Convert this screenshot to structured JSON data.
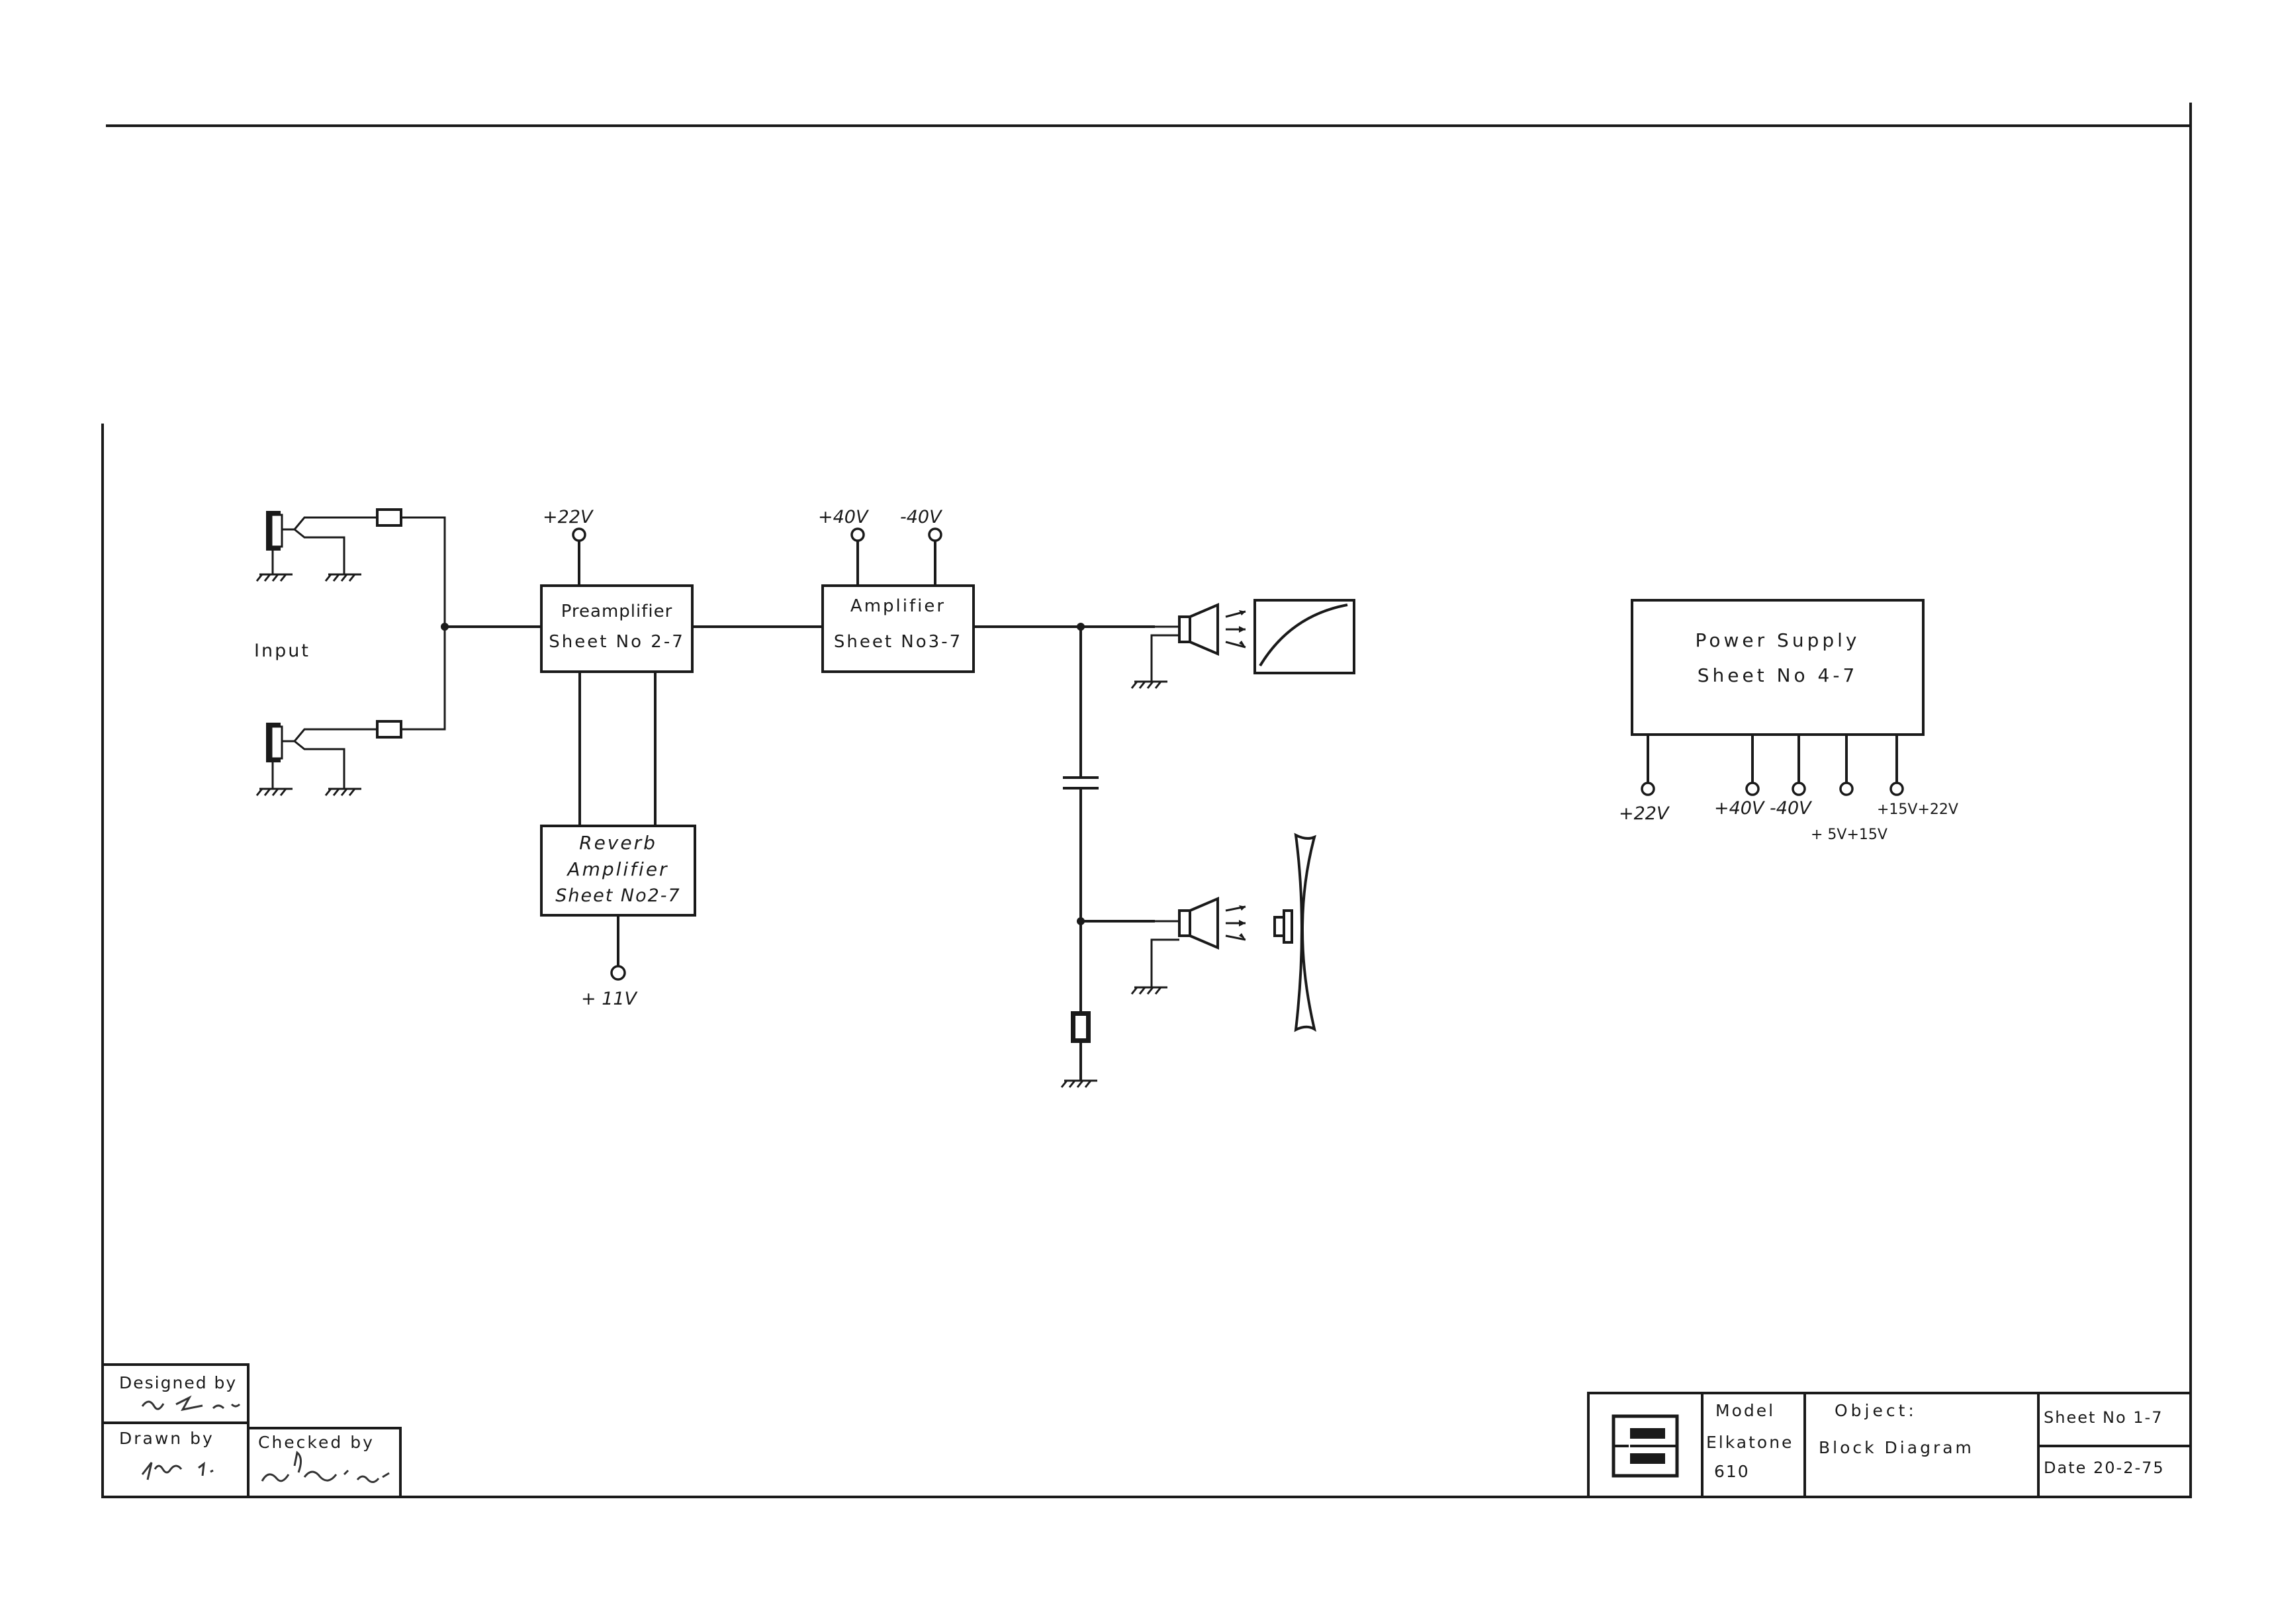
{
  "input_label": "Input",
  "preamp": {
    "title": "Preamplifier",
    "sheet": "Sheet No 2-7",
    "supply": "+22V"
  },
  "amplifier": {
    "title": "Amplifier",
    "sheet": "Sheet No3-7",
    "supply_pos": "+40V",
    "supply_neg": "-40V"
  },
  "reverb": {
    "line1": "Reverb",
    "line2": "Amplifier",
    "sheet": "Sheet No2-7",
    "supply": "+ 11V"
  },
  "power_supply": {
    "title": "Power Supply",
    "sheet": "Sheet No 4-7",
    "out_22": "+22V",
    "out_40": "+40V -40V",
    "out_15": "+15V+22V",
    "out_5": "+ 5V+15V"
  },
  "title_block": {
    "designed_by": "Designed by",
    "drawn_by": "Drawn by",
    "checked_by": "Checked by",
    "model_label": "Model",
    "model_name": "Elkatone",
    "model_number": "610",
    "object_label": "Object:",
    "object_value": "Block Diagram",
    "sheet": "Sheet No 1-7",
    "date": "Date 20-2-75"
  }
}
